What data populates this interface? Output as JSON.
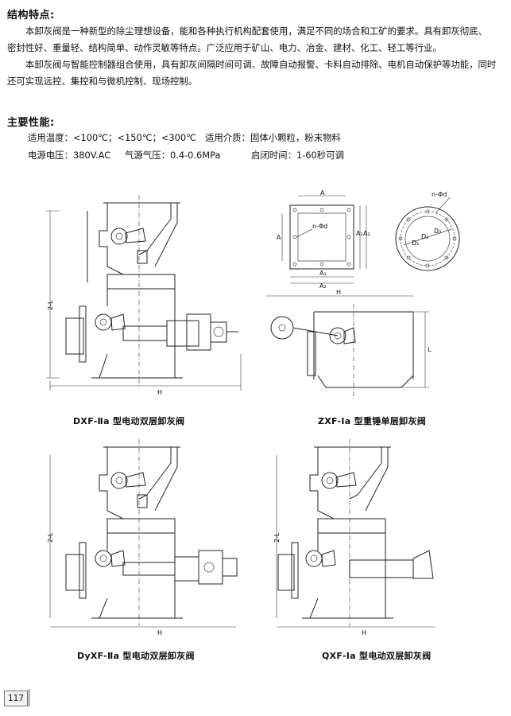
{
  "section1": {
    "title": "结构特点:",
    "lines": [
      "本卸灰阀是一种新型的除尘理想设备，能和各种执行机构配套使用，满足不同的场合和工矿的要求。具有卸灰彻底、",
      "密封性好、重量轻、结构简单、动作灵敏等特点。广泛应用于矿山、电力、冶金、建材、化工、轻工等行业。",
      "本卸灰阀与智能控制器组合使用，具有卸灰间隔时间可调、故障自动报警、卡料自动排除、电机自动保护等功能，同时",
      "还可实现远控、集控和与微机控制、现场控制。"
    ]
  },
  "section2": {
    "title": "主要性能:",
    "temp": "适用温度：<100℃；<150℃；<300℃",
    "media": "适用介质：固体小颗粒，粉末物料",
    "voltage": "电源电压：380V.AC",
    "air": "气源气压：0.4-0.6MPa",
    "time": "启闭时间：1-60秒可调"
  },
  "figures": {
    "fig1": {
      "caption": "DXF-Ⅱa 型电动双层卸灰阀",
      "h_label": "H",
      "l_label": "2-L"
    },
    "fig2": {
      "caption": "ZXF-Ⅰa 型重锤单层卸灰阀",
      "h_label": "H",
      "l_label": "L"
    },
    "fig3": {
      "caption": "DyXF-Ⅱa 型电动双层卸灰阀",
      "h_label": "H",
      "l_label": "2-L"
    },
    "fig4": {
      "caption": "QXF-Ⅰa 型电动双层卸灰阀",
      "h_label": "H",
      "l_label": "2-L"
    },
    "flange_sq": {
      "a": "A",
      "a1": "A₁",
      "a2": "A₂",
      "hole": "n-Φd"
    },
    "flange_rd": {
      "hole": "n-Φd",
      "d1": "D₁",
      "d2": "D₂",
      "d3": "D₃"
    }
  },
  "page": {
    "number": "117"
  }
}
